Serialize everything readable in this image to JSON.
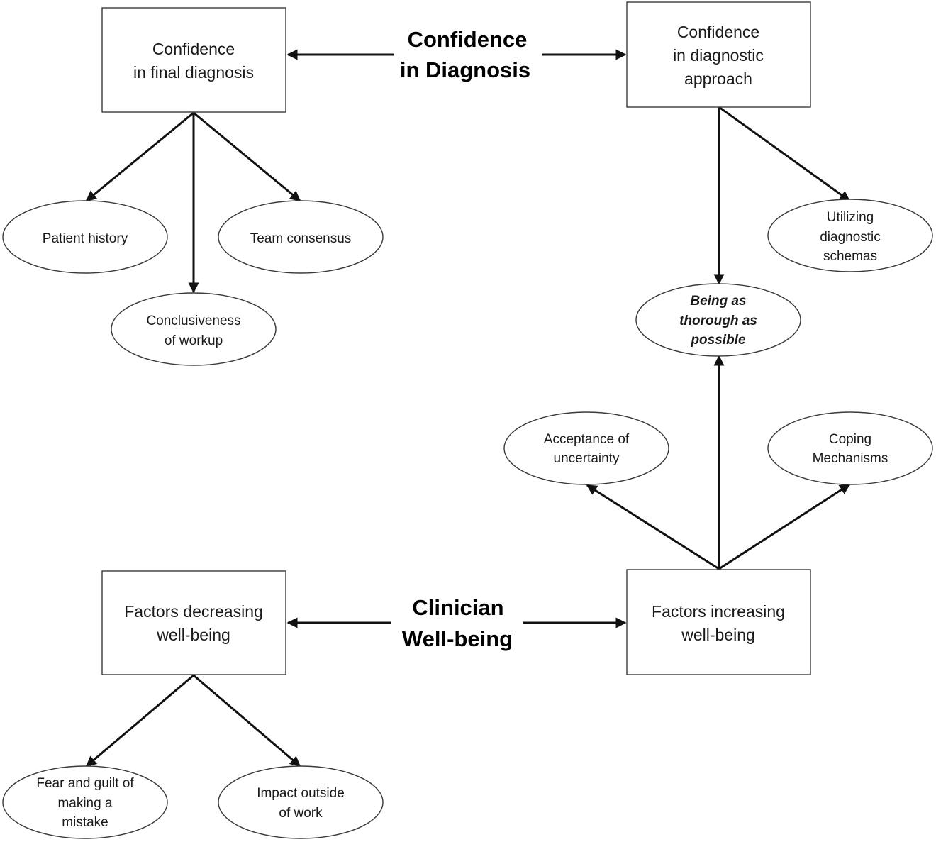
{
  "headings": {
    "diagnosis": [
      "Confidence",
      "in Diagnosis"
    ],
    "wellbeing": [
      "Clinician",
      "Well-being"
    ]
  },
  "boxes": {
    "final_diagnosis": [
      "Confidence",
      "in final diagnosis"
    ],
    "diagnostic_approach": [
      "Confidence",
      "in diagnostic",
      "approach"
    ],
    "factors_decreasing": [
      "Factors decreasing",
      "well-being"
    ],
    "factors_increasing": [
      "Factors increasing",
      "well-being"
    ]
  },
  "ovals": {
    "patient_history": [
      "Patient history"
    ],
    "team_consensus": [
      "Team consensus"
    ],
    "conclusiveness": [
      "Conclusiveness",
      "of workup"
    ],
    "diagnostic_schemas": [
      "Utilizing",
      "diagnostic",
      "schemas"
    ],
    "thorough": [
      "Being as",
      "thorough as",
      "possible"
    ],
    "acceptance": [
      "Acceptance of",
      "uncertainty"
    ],
    "coping": [
      "Coping",
      "Mechanisms"
    ],
    "fear_guilt": [
      "Fear and guilt of",
      "making a",
      "mistake"
    ],
    "impact_outside": [
      "Impact outside",
      "of work"
    ]
  }
}
